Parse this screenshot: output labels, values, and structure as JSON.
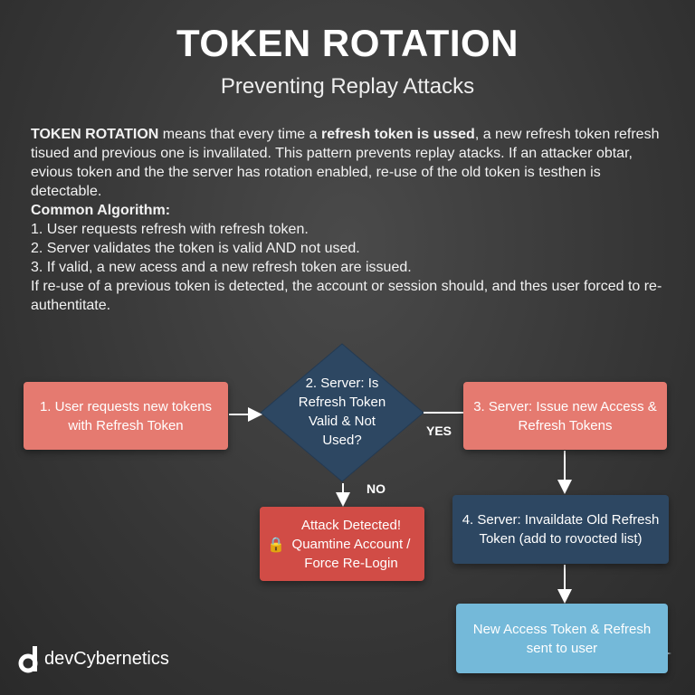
{
  "header": {
    "title": "TOKEN ROTATION",
    "subtitle": "Preventing Replay Attacks"
  },
  "intro": {
    "term": "TOKEN ROTATION",
    "text1": " means that every time a ",
    "bold2": "refresh token is ussed",
    "text2": ", a new refresh token refresh tisued and previous one is invalilated. This pattern prevents replay atacks. If an attacker obtar, evious token and the the server has rotation enabled, re-use of the old token is testhen is detectable."
  },
  "algorithm": {
    "heading": "Common Algorithm:",
    "steps": [
      "1.  User requests refresh with refresh token.",
      "2.  Server validates the token is valid AND not used.",
      "3.  If valid, a new acess and a new refresh token are issued."
    ],
    "footer": "If re-use of a previous token is detected, the account or session should, and thes user forced to re-authentitate."
  },
  "flow": {
    "step1": "1. User requests new tokens with Refresh Token",
    "decision": "2. Server: Is Refresh Token Valid & Not Used?",
    "yes": "YES",
    "no": "NO",
    "step3": "3. Server: Issue new Access & Refresh Tokens",
    "attack": "Attack Detected! Quamtine Account / Force Re-Login",
    "step4": "4. Server: Invaildate Old Refresh Token (add to rovocted list)",
    "final": "New Access Token & Refresh sent to user"
  },
  "brand": {
    "name": "devCybernetics"
  },
  "colors": {
    "salmon": "#e57a70",
    "navy": "#2d4762",
    "red": "#d14c46",
    "blue": "#74b9d9"
  }
}
